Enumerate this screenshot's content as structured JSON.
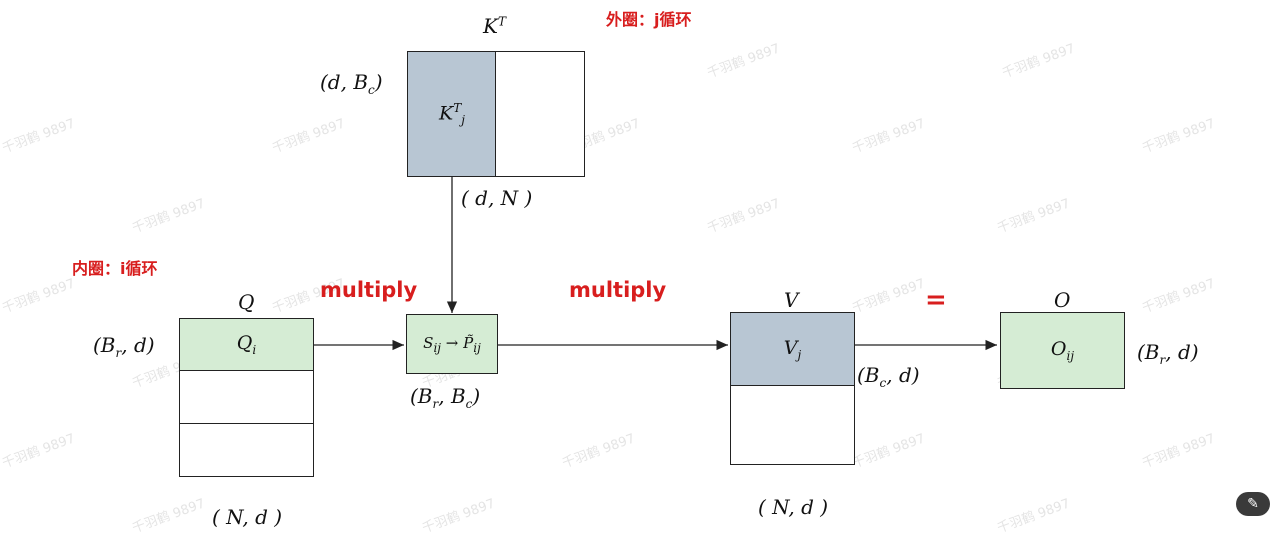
{
  "labels": {
    "outer_loop": "外圈：j循环",
    "inner_loop": "内圈：i循环",
    "multiply_1": "multiply",
    "multiply_2": "multiply",
    "equals": "=",
    "watermark": "千羽鹤 9897"
  },
  "k": {
    "title": "K",
    "title_sup": "T",
    "block_var": "K",
    "block_sup": "T",
    "block_sub": "j",
    "block_shape": "(d, B",
    "block_shape_sub": "c",
    "block_shape_end": ")",
    "full_shape": "( d, N )"
  },
  "q": {
    "title": "Q",
    "block_var": "Q",
    "block_sub": "i",
    "block_shape": "(B",
    "block_shape_sub": "r",
    "block_shape_end": ", d)",
    "full_shape": "( N, d )"
  },
  "s": {
    "var": "S",
    "sub": "ij",
    "arrow": "→",
    "p_var": "P̃",
    "p_sub": "ij",
    "shape_a": "(B",
    "shape_a_sub": "r",
    "shape_b": ", B",
    "shape_b_sub": "c",
    "shape_end": ")"
  },
  "v": {
    "title": "V",
    "block_var": "V",
    "block_sub": "j",
    "block_shape": "(B",
    "block_shape_sub": "c",
    "block_shape_end": ", d)",
    "full_shape": "( N, d )"
  },
  "o": {
    "title": "O",
    "block_var": "O",
    "block_sub": "ij",
    "block_shape": "(B",
    "block_shape_sub": "r",
    "block_shape_end": ", d)"
  },
  "colors": {
    "blue_block": "#b8c6d3",
    "green_block": "#d5ecd4",
    "accent_red": "#d81e1e"
  },
  "icons": {
    "corner_button": "magic-wand-icon"
  }
}
